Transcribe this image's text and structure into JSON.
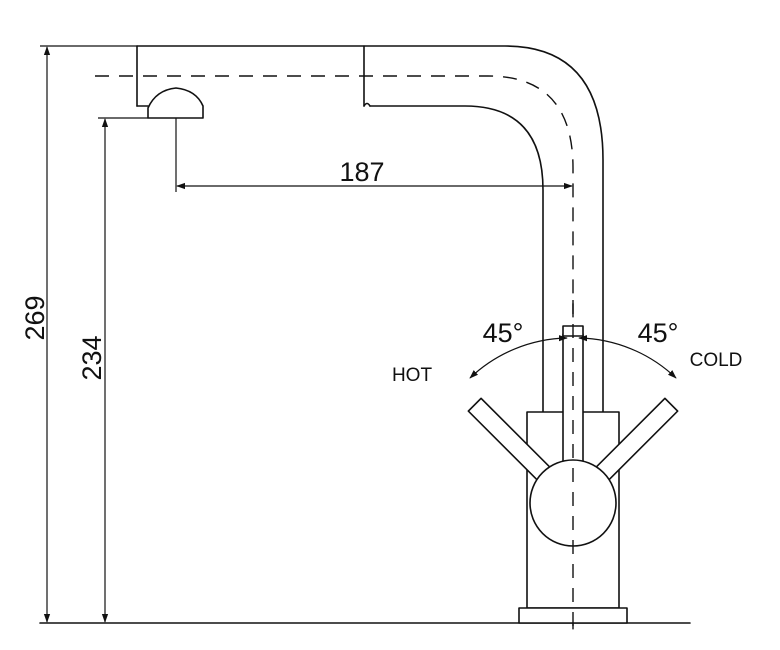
{
  "dimensions": {
    "total_height": "269",
    "spout_height": "234",
    "reach": "187",
    "angle_hot": "45°",
    "angle_cold": "45°"
  },
  "labels": {
    "hot": "HOT",
    "cold": "COLD"
  }
}
